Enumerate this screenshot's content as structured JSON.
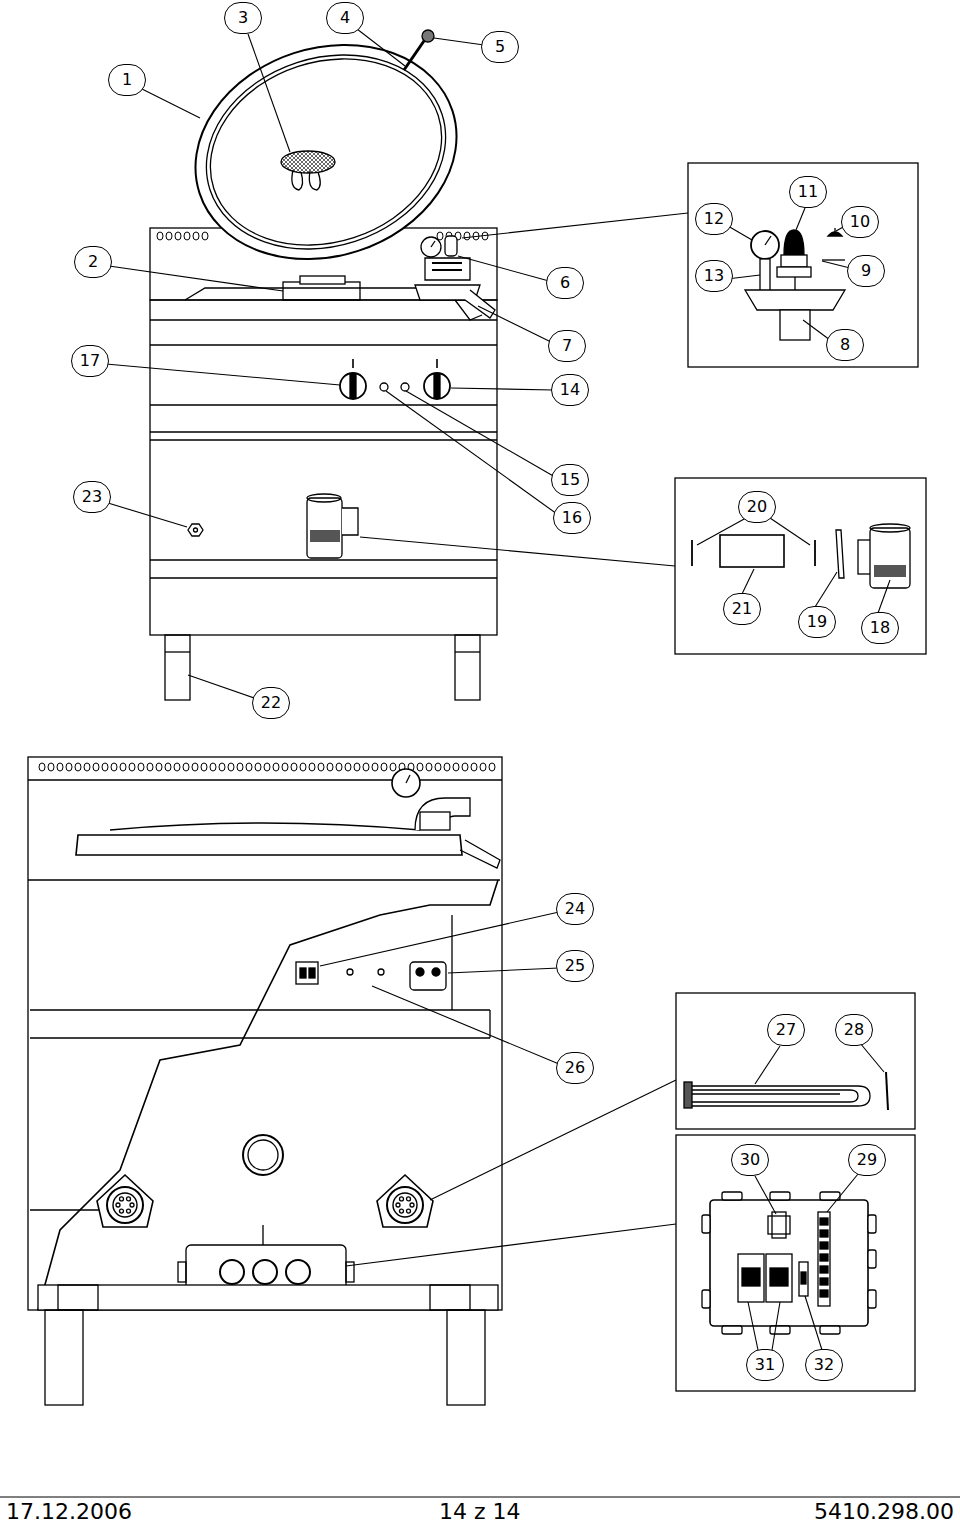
{
  "diagram": {
    "labels": [
      "1",
      "2",
      "3",
      "4",
      "5",
      "6",
      "7",
      "8",
      "9",
      "10",
      "11",
      "12",
      "13",
      "14",
      "15",
      "16",
      "17",
      "18",
      "19",
      "20",
      "21",
      "22",
      "23",
      "24",
      "25",
      "26",
      "27",
      "28",
      "29",
      "30",
      "31",
      "32",
      "17.12.2006",
      "14 z 14",
      "5410.298.00"
    ]
  }
}
